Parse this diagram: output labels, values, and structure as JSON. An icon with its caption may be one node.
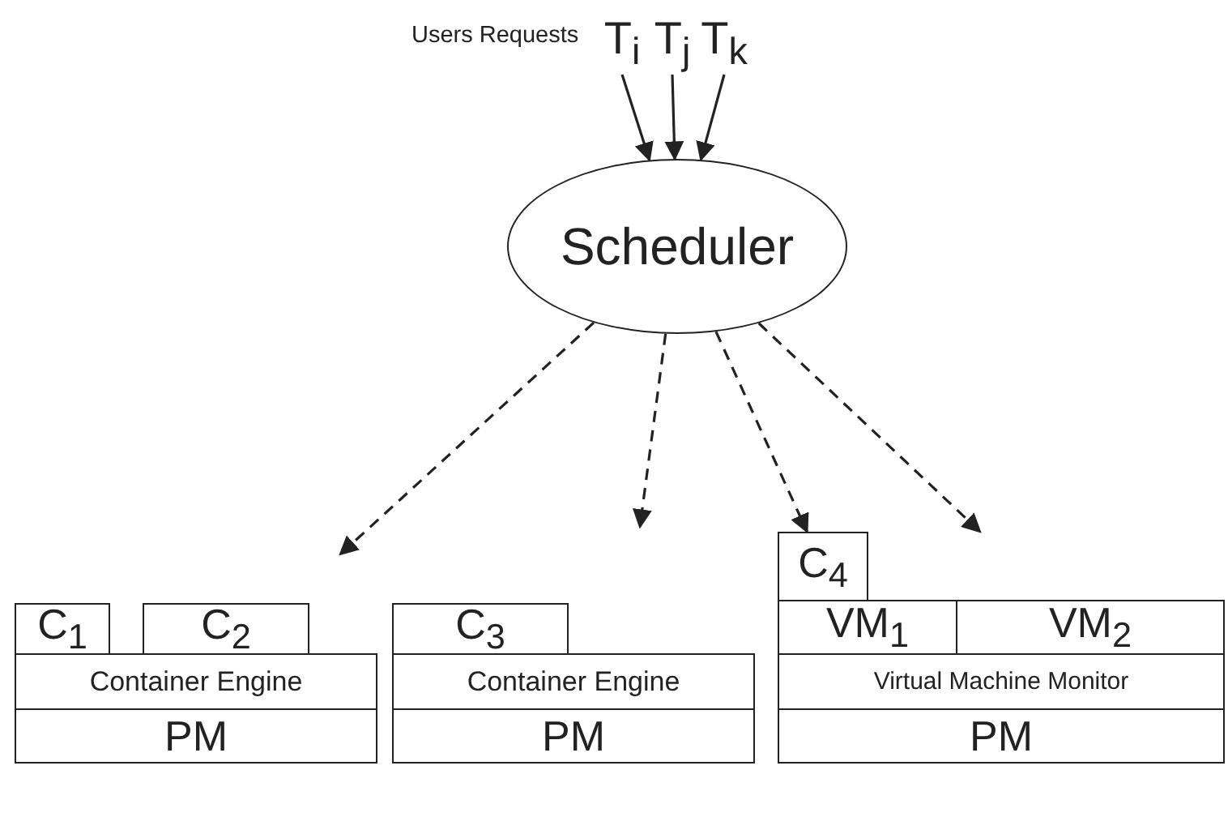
{
  "diagram": {
    "nodes": [
      {
        "text": [
          "T$_{i}$"
        ]
      },
      {
        "text": [
          "T$_{j}$"
        ]
      },
      {
        "text": [
          "T$_{k}$"
        ]
      },
      {
        "text": [
          "Scheduler"
        ]
      },
      {
        "text": [
          "C$_{1}$"
        ]
      },
      {
        "text": [
          "C$_{2}$"
        ]
      },
      {
        "text": [
          "Container Engine"
        ]
      },
      {
        "text": [
          "PM"
        ]
      },
      {
        "text": [
          "C$_{3}$"
        ]
      },
      {
        "text": [
          "Container Engine"
        ]
      },
      {
        "text": [
          "PM"
        ]
      },
      {
        "text": [
          "C$_{4}$"
        ]
      },
      {
        "text": [
          "VM$_{1}$"
        ]
      },
      {
        "text": [
          "VM$_{2}$"
        ]
      },
      {
        "text": [
          "Virtual Machine Monitor"
        ]
      },
      {
        "text": [
          "PM"
        ]
      }
    ],
    "edges": [
      {
        "from": 0,
        "to": 3,
        "arrow": "to"
      },
      {
        "from": 1,
        "to": 3,
        "arrow": "to"
      },
      {
        "from": 2,
        "to": 3,
        "arrow": "to"
      },
      {
        "from": 3,
        "to": null,
        "arrow": "to",
        "style": "dashed"
      },
      {
        "from": 3,
        "to": null,
        "arrow": "to",
        "style": "dashed"
      },
      {
        "from": 3,
        "to": 11,
        "arrow": "to",
        "style": "dashed"
      },
      {
        "from": 3,
        "to": null,
        "arrow": "to",
        "style": "dashed"
      }
    ],
    "labels": [
      "Users Requests"
    ]
  }
}
